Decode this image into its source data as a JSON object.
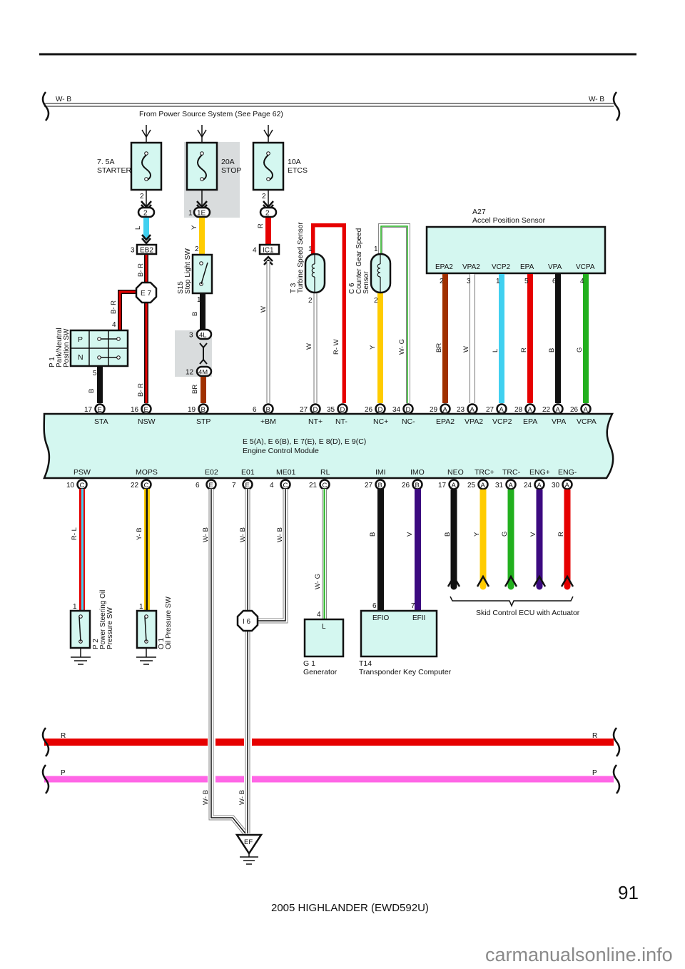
{
  "page": {
    "page_number": "91",
    "model": "2005 HIGHLANDER (EWD592U)",
    "watermark": "carmanualsonline.info"
  },
  "colors": {
    "component_fill": "#d4f7f0",
    "splice_shade": "#d9dcdd",
    "R": "#e60000",
    "L": "#40d0f0",
    "Y": "#ffcc00",
    "B": "#111111",
    "BR": "#a03000",
    "W": "#ffffff",
    "G": "#22b01e",
    "V": "#3c0a80",
    "P": "#ff66e6"
  },
  "power": {
    "bus_top_left_label": "W- B",
    "bus_top_right_label": "W- B",
    "source_label": "From Power Source System (See Page 62)",
    "fuses": [
      {
        "rating": "7. 5A",
        "name": "STARTER",
        "pin": "2",
        "connector": "2",
        "wire": "L"
      },
      {
        "rating": "20A",
        "name": "STOP",
        "pin": "1",
        "connector": "1E",
        "wire": "Y"
      },
      {
        "rating": "10A",
        "name": "ETCS",
        "pin": "2",
        "connector": "2",
        "wire": "R"
      }
    ]
  },
  "connectors": {
    "eb2": {
      "pin": "3",
      "name": "EB2"
    },
    "ic1": {
      "pin": "4",
      "name": "IC1"
    },
    "e7": {
      "name": "E 7"
    },
    "i6": {
      "name": "I 6"
    },
    "j4l": {
      "pin": "3",
      "name": "4L"
    },
    "j4m": {
      "pin": "12",
      "name": "4M"
    },
    "ef": {
      "name": "EF"
    }
  },
  "components": {
    "p1": {
      "code": "P 1",
      "name": "Park/Neutral Position SW",
      "rows": [
        "P",
        "N"
      ],
      "pin_top": "4",
      "pin_bottom": "5"
    },
    "s15": {
      "code": "S15",
      "name": "Stop Light SW",
      "pin_top": "2",
      "pin_bottom": "1"
    },
    "t3": {
      "code": "T 3",
      "name": "Turbine Speed Sensor",
      "pin1": "1",
      "pin2": "2"
    },
    "c6": {
      "code": "C 6",
      "name": "Counter Gear Speed Sensor",
      "pin1": "1",
      "pin2": "2"
    },
    "a27": {
      "code": "A27",
      "name": "Accel Position Sensor",
      "pins": [
        {
          "label": "EPA2",
          "num": "2",
          "wire": "BR"
        },
        {
          "label": "VPA2",
          "num": "3",
          "wire": "W"
        },
        {
          "label": "VCP2",
          "num": "1",
          "wire": "L"
        },
        {
          "label": "EPA",
          "num": "5",
          "wire": "R"
        },
        {
          "label": "VPA",
          "num": "6",
          "wire": "B"
        },
        {
          "label": "VCPA",
          "num": "4",
          "wire": "G"
        }
      ]
    },
    "p2": {
      "code": "P 2",
      "name": "Power Steering Oil Pressure SW",
      "pin": "1"
    },
    "o1": {
      "code": "O 1",
      "name": "Oil Pressure SW",
      "pin": "1"
    },
    "g1": {
      "code": "G 1",
      "name": "Generator",
      "pin": "4",
      "terminal": "L"
    },
    "t14": {
      "code": "T14",
      "name": "Transponder Key Computer",
      "pins": [
        {
          "num": "6",
          "label": "EFIO"
        },
        {
          "num": "7",
          "label": "EFII"
        }
      ]
    },
    "skid": {
      "name": "Skid Control ECU with Actuator"
    }
  },
  "ecm": {
    "title_line1": "E 5(A), E 6(B), E 7(E), E 8(D), E 9(C)",
    "title_line2": "Engine Control Module",
    "top_pins": [
      {
        "num": "17",
        "conn": "E",
        "label": "STA",
        "wire": "B"
      },
      {
        "num": "16",
        "conn": "E",
        "label": "NSW",
        "wire": "B- R"
      },
      {
        "num": "19",
        "conn": "B",
        "label": "STP",
        "wire": "BR"
      },
      {
        "num": "6",
        "conn": "B",
        "label": "+BM",
        "wire": "W"
      },
      {
        "num": "27",
        "conn": "D",
        "label": "NT+",
        "wire": "W"
      },
      {
        "num": "35",
        "conn": "D",
        "label": "NT-",
        "wire": "R- W"
      },
      {
        "num": "26",
        "conn": "D",
        "label": "NC+",
        "wire": "Y"
      },
      {
        "num": "34",
        "conn": "D",
        "label": "NC-",
        "wire": "W- G"
      },
      {
        "num": "29",
        "conn": "A",
        "label": "EPA2",
        "wire": "BR"
      },
      {
        "num": "23",
        "conn": "A",
        "label": "VPA2",
        "wire": "W"
      },
      {
        "num": "27",
        "conn": "A",
        "label": "VCP2",
        "wire": "L"
      },
      {
        "num": "28",
        "conn": "A",
        "label": "EPA",
        "wire": "R"
      },
      {
        "num": "22",
        "conn": "A",
        "label": "VPA",
        "wire": "B"
      },
      {
        "num": "26",
        "conn": "A",
        "label": "VCPA",
        "wire": "G"
      }
    ],
    "bottom_pins": [
      {
        "num": "10",
        "conn": "C",
        "label": "PSW",
        "wire": "R- L"
      },
      {
        "num": "22",
        "conn": "C",
        "label": "MOPS",
        "wire": "Y- B"
      },
      {
        "num": "6",
        "conn": "E",
        "label": "E02",
        "wire": "W- B"
      },
      {
        "num": "7",
        "conn": "E",
        "label": "E01",
        "wire": "W- B"
      },
      {
        "num": "4",
        "conn": "C",
        "label": "ME01",
        "wire": "W- B"
      },
      {
        "num": "21",
        "conn": "C",
        "label": "RL",
        "wire": "W- G"
      },
      {
        "num": "27",
        "conn": "B",
        "label": "IMI",
        "wire": "B"
      },
      {
        "num": "26",
        "conn": "B",
        "label": "IMO",
        "wire": "V"
      },
      {
        "num": "17",
        "conn": "A",
        "label": "NEO",
        "wire": "B"
      },
      {
        "num": "25",
        "conn": "A",
        "label": "TRC+",
        "wire": "Y"
      },
      {
        "num": "31",
        "conn": "A",
        "label": "TRC-",
        "wire": "G"
      },
      {
        "num": "24",
        "conn": "A",
        "label": "ENG+",
        "wire": "V"
      },
      {
        "num": "30",
        "conn": "A",
        "label": "ENG-",
        "wire": "R"
      }
    ]
  },
  "wire_labels": {
    "eb2_to_e7": "B- R",
    "e7_to_p1": "B- R",
    "s15_to_4l": "B",
    "ic1_to_bm": "W",
    "ground_left": "W- B",
    "ground_right": "W- B"
  },
  "buses": {
    "red_left": "R",
    "red_right": "R",
    "pink_left": "P",
    "pink_right": "P"
  }
}
